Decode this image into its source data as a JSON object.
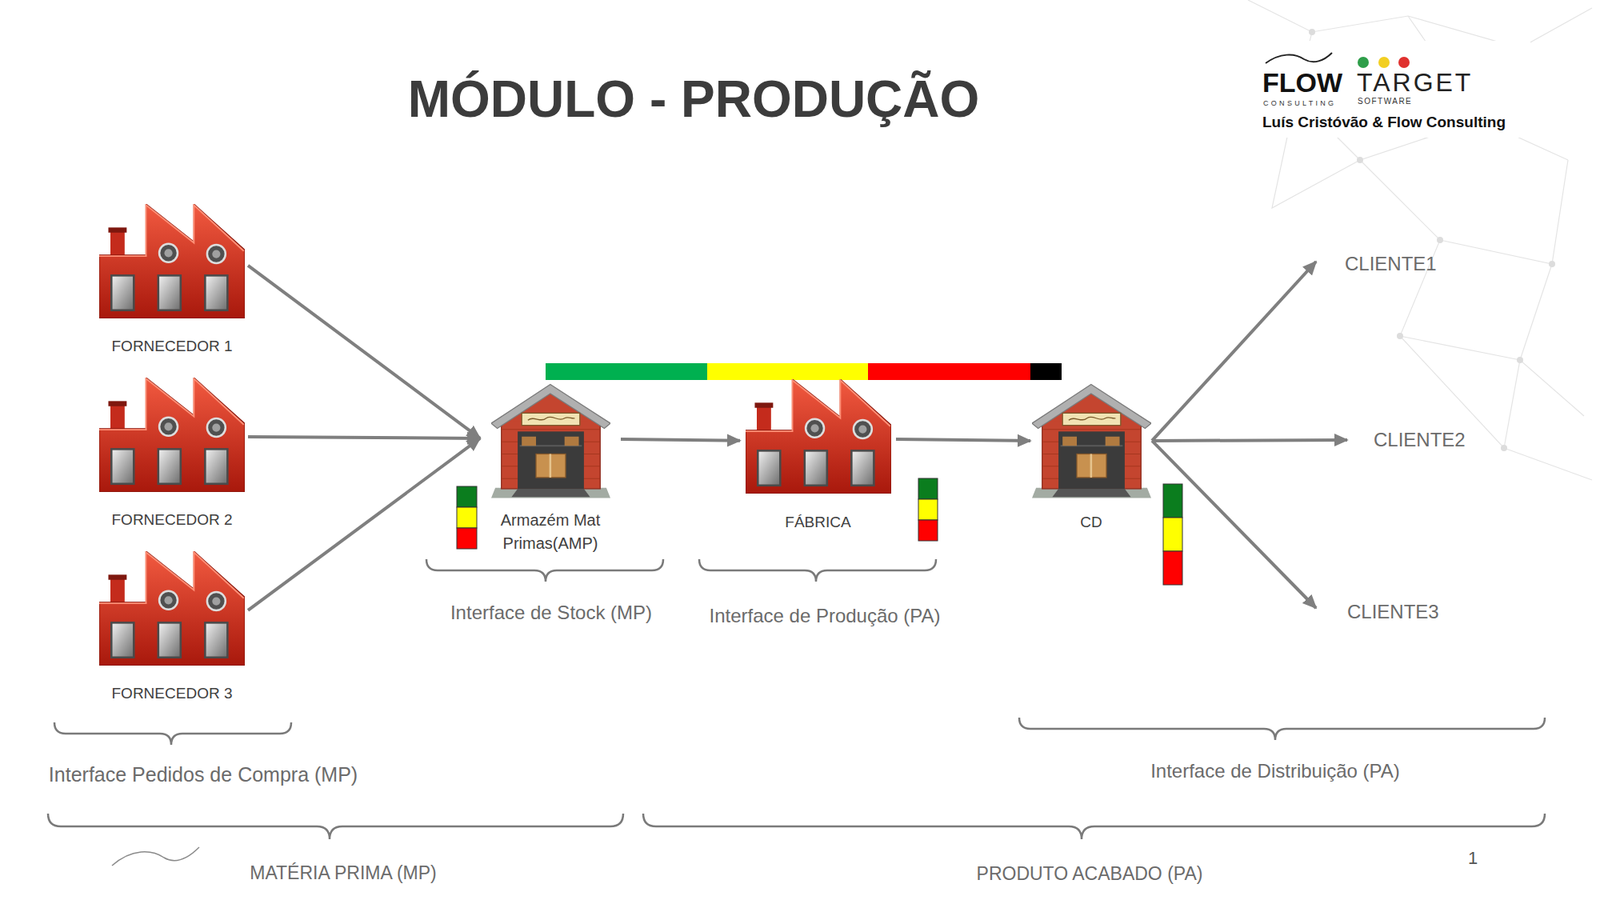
{
  "diagram": {
    "title": "MÓDULO - PRODUÇÃO",
    "nodes": [
      {
        "text": [
          "FORNECEDOR 1"
        ]
      },
      {
        "text": [
          "FORNECEDOR 2"
        ]
      },
      {
        "text": [
          "FORNECEDOR 3"
        ]
      },
      {
        "text": [
          "Armazém Mat Primas(AMP)"
        ]
      },
      {
        "text": [
          "FÁBRICA"
        ]
      },
      {
        "text": [
          "CD"
        ]
      },
      {
        "text": [
          "CLIENTE1"
        ]
      },
      {
        "text": [
          "CLIENTE2"
        ]
      },
      {
        "text": [
          "CLIENTE3"
        ]
      }
    ],
    "edges": [
      {
        "from": 0,
        "to": 3,
        "arrow": "to"
      },
      {
        "from": 1,
        "to": 3,
        "arrow": "to"
      },
      {
        "from": 2,
        "to": 3,
        "arrow": "to"
      },
      {
        "from": 3,
        "to": 4,
        "arrow": "to"
      },
      {
        "from": 4,
        "to": 5,
        "arrow": "to"
      },
      {
        "from": 5,
        "to": 6,
        "arrow": "to"
      },
      {
        "from": 5,
        "to": 7,
        "arrow": "to"
      },
      {
        "from": 5,
        "to": 8,
        "arrow": "to"
      }
    ],
    "labels": [
      "FLOW",
      "CONSULTING",
      "TARGET",
      "SOFTWARE",
      "Luís Cristóvão & Flow Consulting",
      "Interface Pedidos de Compra (MP)",
      "Interface de Stock (MP)",
      "Interface de Produção (PA)",
      "Interface de Distribuição (PA)",
      "MATÉRIA PRIMA (MP)",
      "PRODUTO ACABADO (PA)",
      "1"
    ]
  }
}
